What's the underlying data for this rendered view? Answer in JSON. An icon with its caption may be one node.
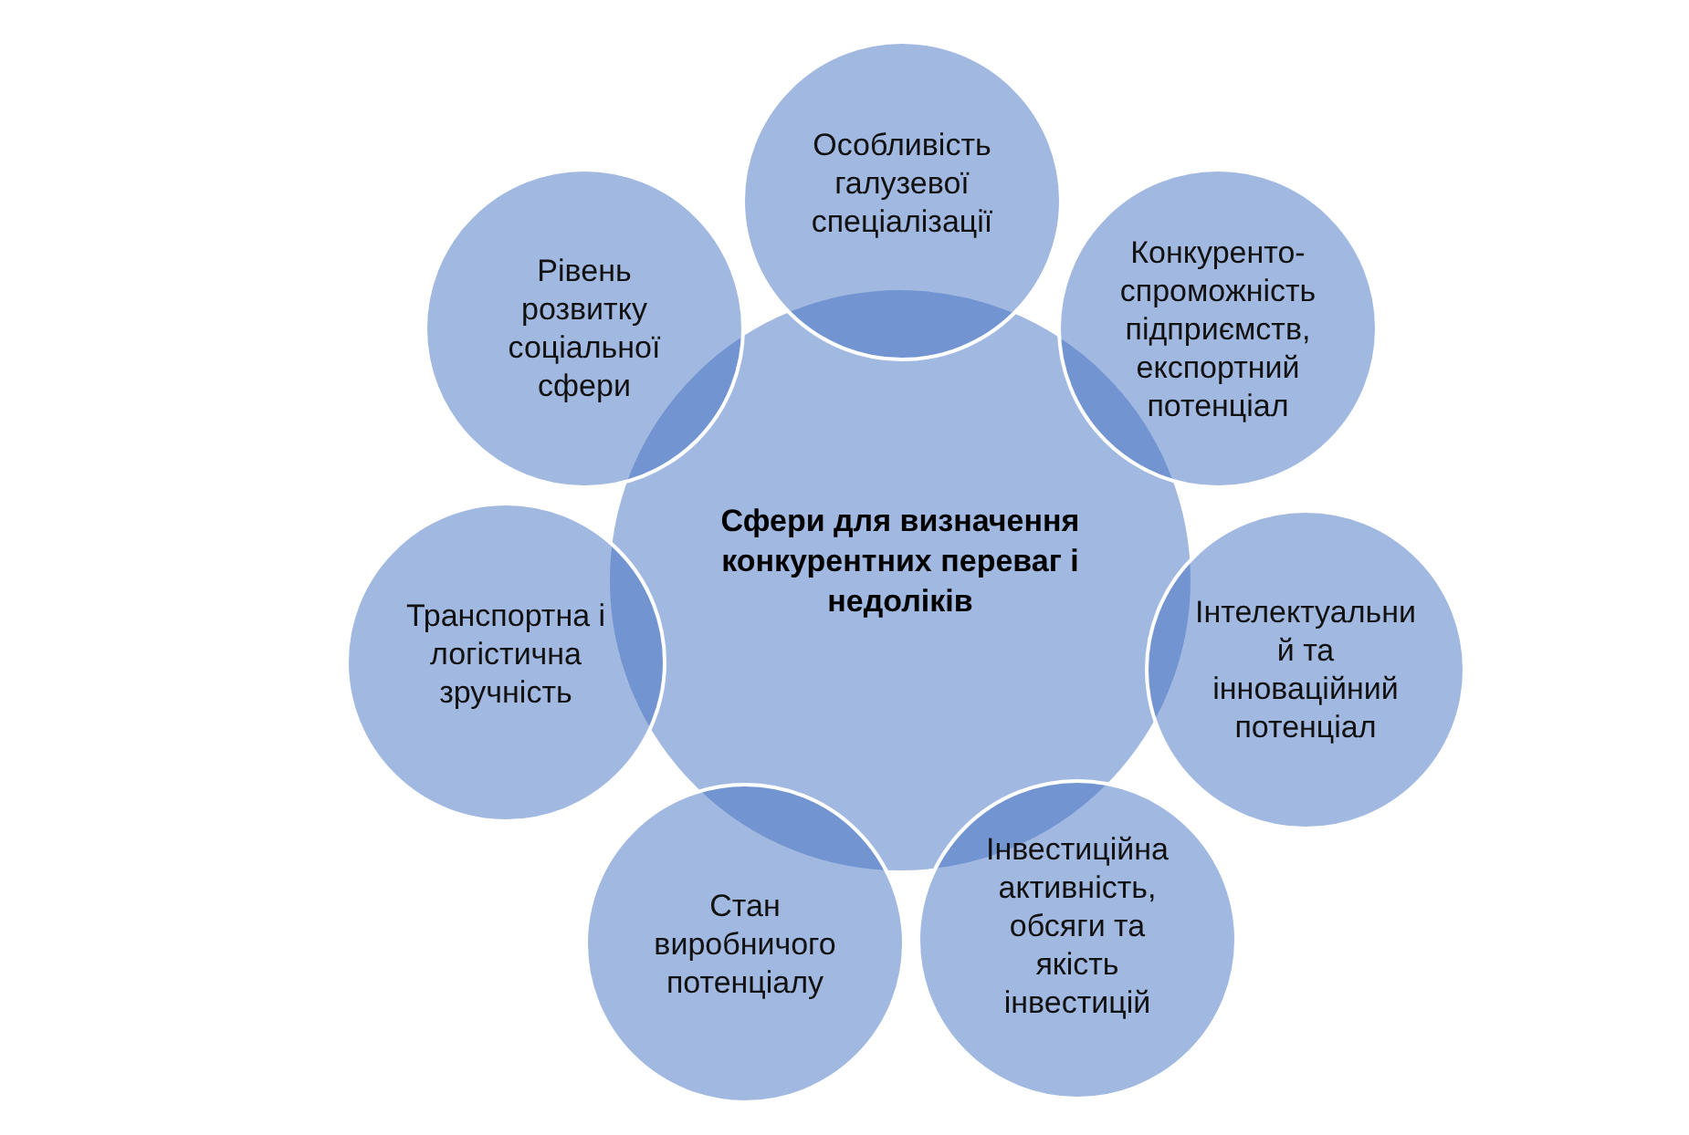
{
  "diagram": {
    "nodes": [
      {
        "text": [
          "Сфери для визначення конкурентних переваг і недоліків"
        ]
      },
      {
        "text": [
          "Особливість галузевої спеціалізації"
        ]
      },
      {
        "text": [
          "Конкуренто-спроможність підприємств, експортний потенціал"
        ]
      },
      {
        "text": [
          "Інтелектуальний та інноваційний потенціал"
        ]
      },
      {
        "text": [
          "Інвестиційна активність, обсяги та якість інвестицій"
        ]
      },
      {
        "text": [
          "Стан виробничого потенціалу"
        ]
      },
      {
        "text": [
          "Транспортна і логістична зручність"
        ]
      },
      {
        "text": [
          "Рівень розвитку соціальної сфери"
        ]
      }
    ]
  }
}
